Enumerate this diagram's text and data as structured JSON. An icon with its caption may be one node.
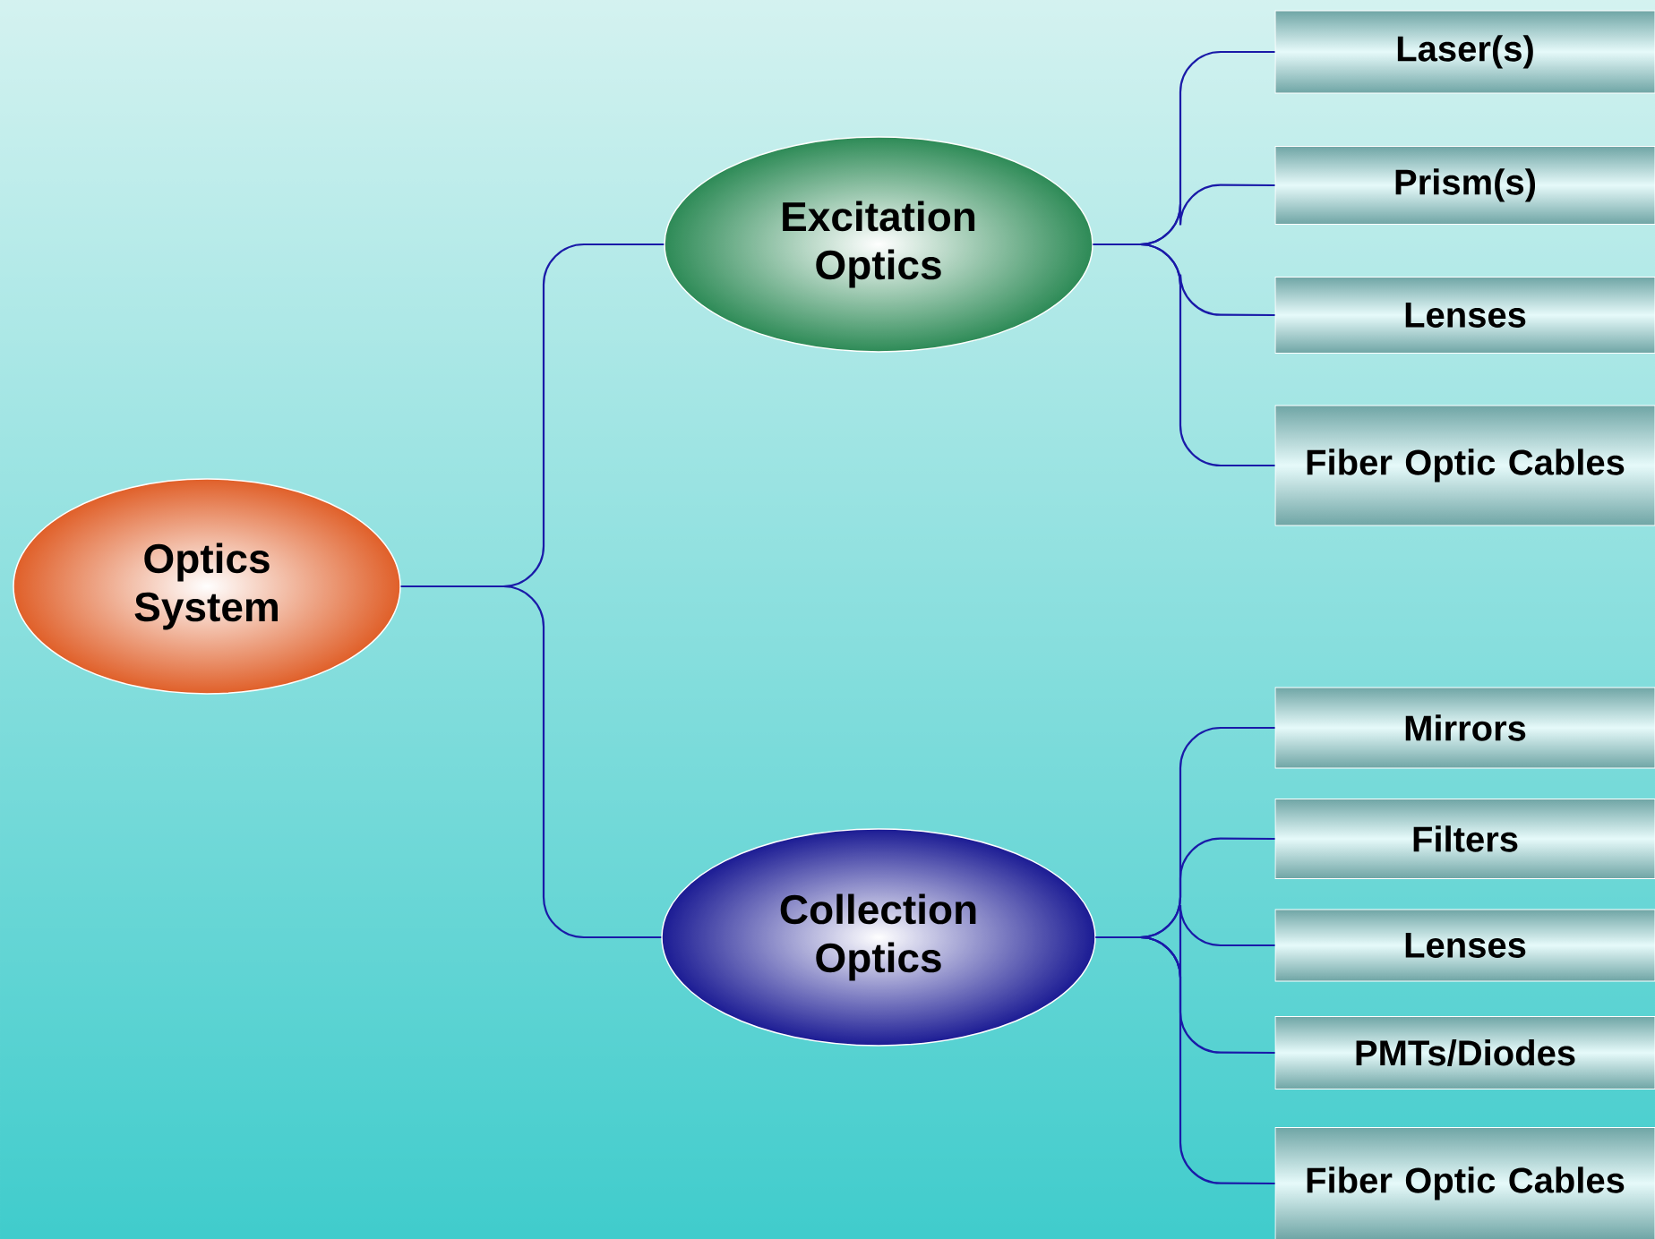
{
  "diagram": {
    "nodes": [
      {
        "text": [
          "Optics System"
        ]
      },
      {
        "text": [
          "Excitation Optics"
        ]
      },
      {
        "text": [
          "Collection Optics"
        ]
      },
      {
        "text": [
          "Laser(s)"
        ]
      },
      {
        "text": [
          "Prism(s)"
        ]
      },
      {
        "text": [
          "Lenses"
        ]
      },
      {
        "text": [
          "Fiber Optic Cables"
        ]
      },
      {
        "text": [
          "Mirrors"
        ]
      },
      {
        "text": [
          "Filters"
        ]
      },
      {
        "text": [
          "Lenses"
        ]
      },
      {
        "text": [
          "PMTs/Diodes"
        ]
      },
      {
        "text": [
          "Fiber Optic Cables"
        ]
      }
    ],
    "edges": [
      {
        "from": 0,
        "to": 1,
        "arrow": "none"
      },
      {
        "from": 0,
        "to": 2,
        "arrow": "none"
      },
      {
        "from": 1,
        "to": 3,
        "arrow": "none"
      },
      {
        "from": 1,
        "to": 4,
        "arrow": "none"
      },
      {
        "from": 1,
        "to": 5,
        "arrow": "none"
      },
      {
        "from": 1,
        "to": 6,
        "arrow": "none"
      },
      {
        "from": 2,
        "to": 7,
        "arrow": "none"
      },
      {
        "from": 2,
        "to": 8,
        "arrow": "none"
      },
      {
        "from": 2,
        "to": 9,
        "arrow": "none"
      },
      {
        "from": 2,
        "to": 10,
        "arrow": "none"
      },
      {
        "from": 2,
        "to": 11,
        "arrow": "none"
      }
    ]
  }
}
